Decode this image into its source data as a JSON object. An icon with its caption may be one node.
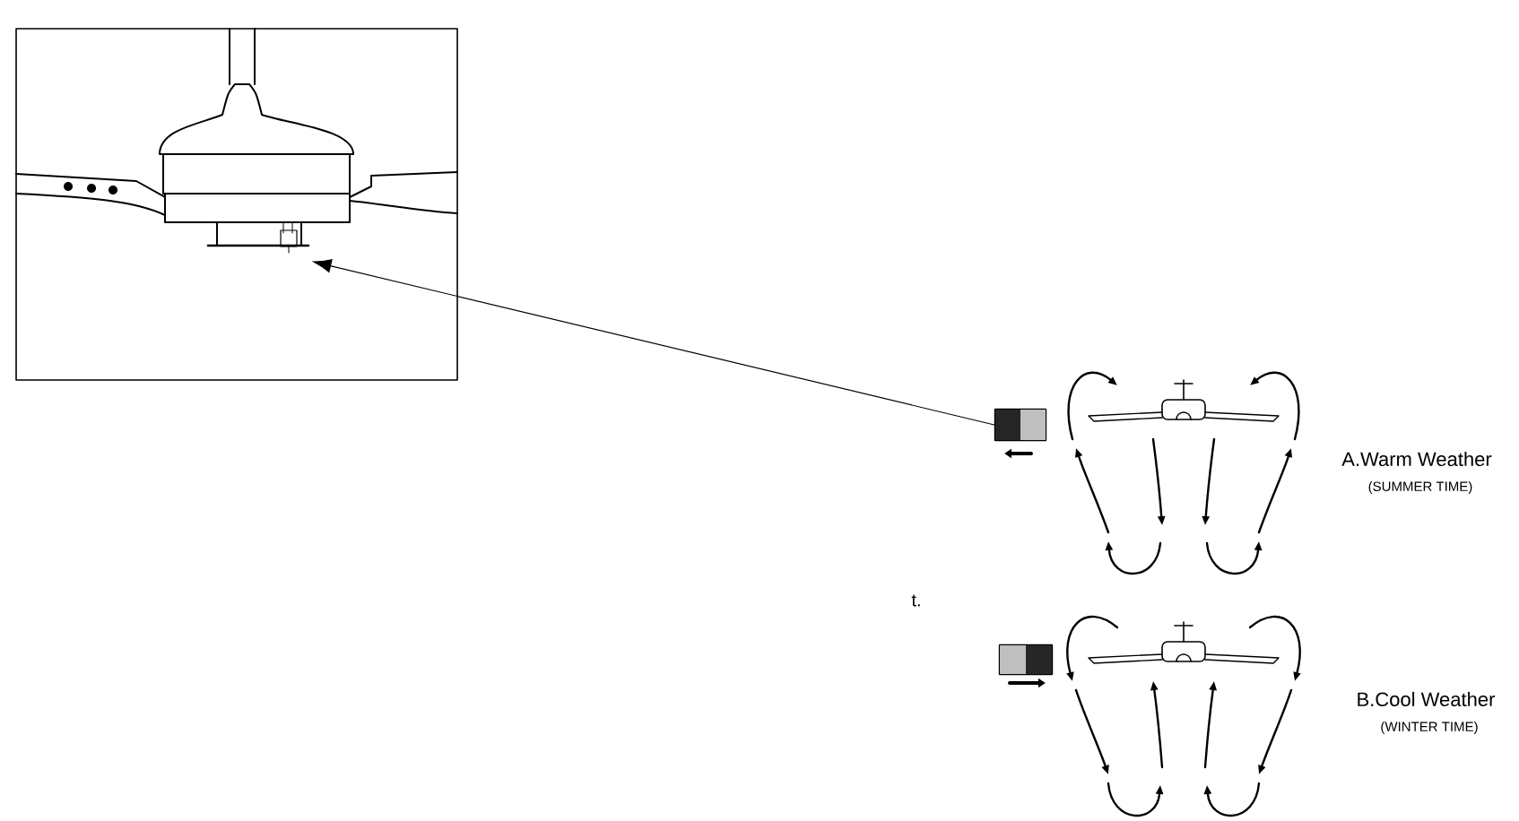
{
  "diagram": {
    "nodes": [
      {
        "text": [],
        "shape": "picture"
      },
      {
        "text": [],
        "shape": "box",
        "in": 0
      },
      {
        "text": [],
        "shape": "box"
      },
      {
        "text": [],
        "shape": "box"
      }
    ],
    "edges": [
      {
        "from": 2,
        "to": 1,
        "arrow": "to"
      }
    ],
    "labels": [
      "A.Warm Weather",
      "(SUMMER TIME)",
      "t.",
      "B.Cool Weather",
      "(WINTER TIME)"
    ]
  }
}
